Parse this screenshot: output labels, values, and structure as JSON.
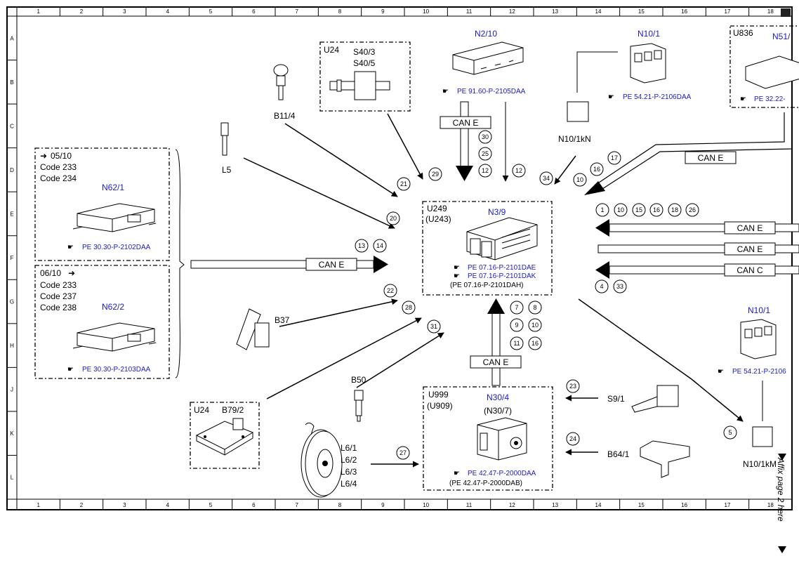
{
  "grid": {
    "columns": [
      "1",
      "2",
      "3",
      "4",
      "5",
      "6",
      "7",
      "8",
      "9",
      "10",
      "11",
      "12",
      "13",
      "14",
      "15",
      "16",
      "17",
      "18"
    ],
    "rows": [
      "A",
      "B",
      "C",
      "D",
      "E",
      "F",
      "G",
      "H",
      "J",
      "K",
      "L"
    ]
  },
  "center": {
    "id_codes": [
      "U249",
      "(U243)"
    ],
    "name": "N3/9",
    "refs": [
      "PE 07.16-P-2101DAE",
      "PE 07.16-P-2101DAK"
    ],
    "ref_paren": "(PE 07.16-P-2101DAH)"
  },
  "abs": {
    "id_codes": [
      "U999",
      "(U909)"
    ],
    "name": "N30/4",
    "alt": "(N30/7)",
    "ref": "PE 42.47-P-2000DAA",
    "ref_paren": "(PE 42.47-P-2000DAB)"
  },
  "n62_1": {
    "codes": [
      "05/10",
      "Code 233",
      "Code 234"
    ],
    "name": "N62/1",
    "ref": "PE 30.30-P-2102DAA"
  },
  "n62_2": {
    "codes": [
      "06/10",
      "Code 233",
      "Code 237",
      "Code 238"
    ],
    "name": "N62/2",
    "ref": "PE 30.30-P-2103DAA"
  },
  "u24_top": {
    "code": "U24",
    "names": [
      "S40/3",
      "S40/5"
    ]
  },
  "u24_bottom": {
    "code": "U24",
    "name": "B79/2"
  },
  "n2_10": {
    "name": "N2/10",
    "ref": "PE 91.60-P-2105DAA"
  },
  "n10_1_top": {
    "name": "N10/1",
    "ref": "PE 54.21-P-2106DAA"
  },
  "n10_1_right": {
    "name": "N10/1",
    "ref": "PE 54.21-P-2106"
  },
  "n51": {
    "code": "U836",
    "name": "N51/",
    "ref": "PE 32.22-"
  },
  "relay_top": "N10/1kN",
  "relay_bottom": "N10/1kM",
  "sensors": {
    "b11_4": "B11/4",
    "l5": "L5",
    "b37": "B37",
    "b50": "B50",
    "s9_1": "S9/1",
    "b64_1": "B64/1",
    "l6": [
      "L6/1",
      "L6/2",
      "L6/3",
      "L6/4"
    ]
  },
  "buses": {
    "can_e": "CAN E",
    "can_c": "CAN C"
  },
  "circles": {
    "c29": "29",
    "c21": "21",
    "c20": "20",
    "c22": "22",
    "c28": "28",
    "c31": "31",
    "c27": "27",
    "c13": "13",
    "c14": "14",
    "c30": "30",
    "c25": "25",
    "c12a": "12",
    "c12b": "12",
    "c34": "34",
    "c10a": "10",
    "c16a": "16",
    "c17": "17",
    "r1": "1",
    "r10": "10",
    "r15": "15",
    "r16": "16",
    "r18": "18",
    "r26": "26",
    "c4": "4",
    "c33": "33",
    "c7": "7",
    "c8": "8",
    "c9": "9",
    "c10b": "10",
    "c11": "11",
    "c16b": "16",
    "c23": "23",
    "c24": "24",
    "c5": "5"
  },
  "side_note": "Affix page 2 here"
}
